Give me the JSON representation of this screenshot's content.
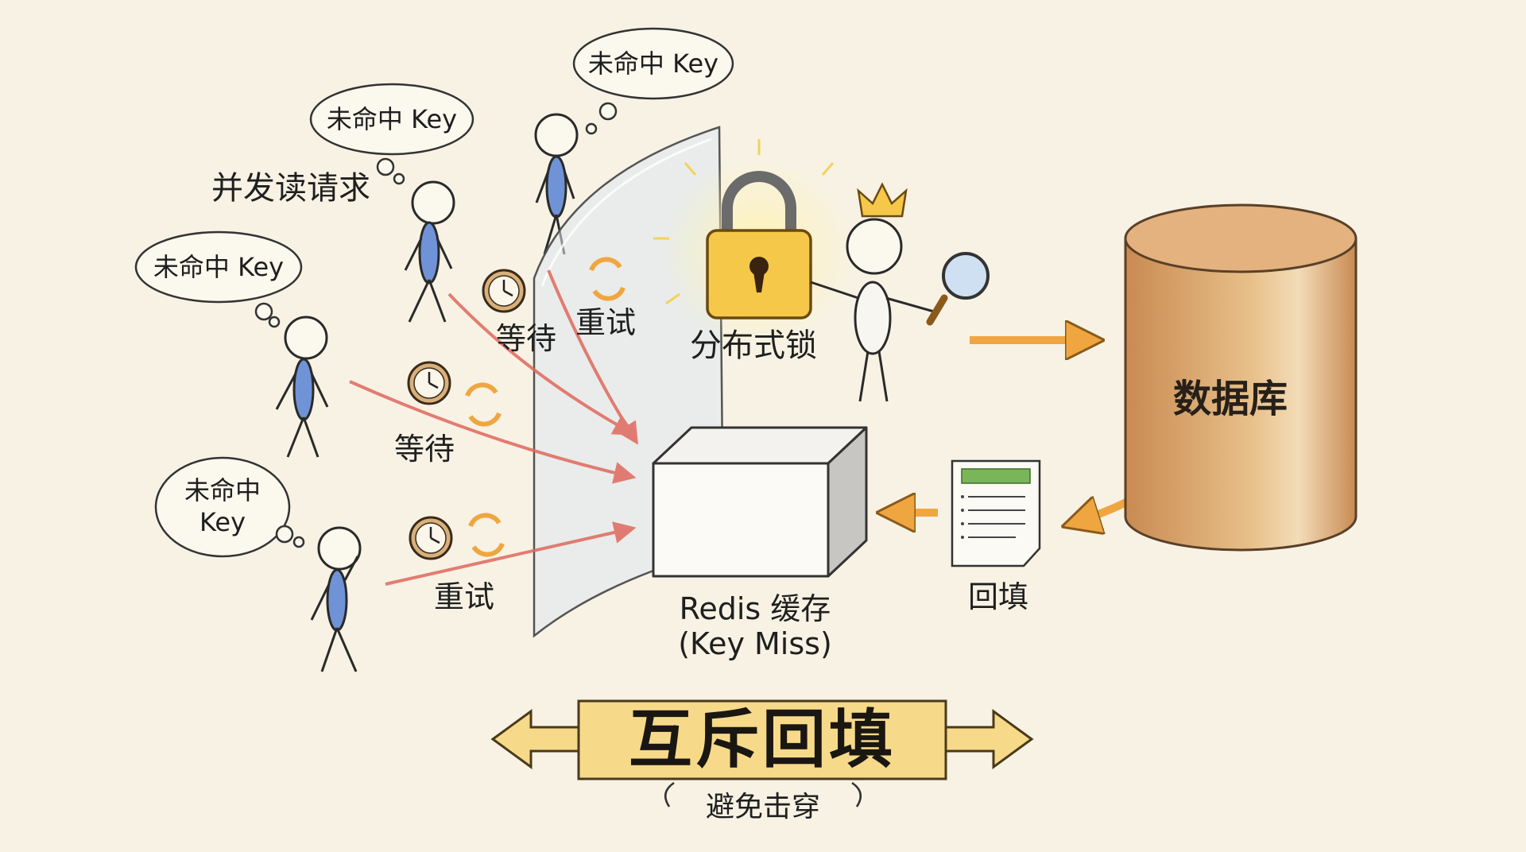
{
  "clouds": [
    {
      "id": "cloud-1",
      "text": "未命中 Key"
    },
    {
      "id": "cloud-2",
      "text": "未命中 Key"
    },
    {
      "id": "cloud-3",
      "text": "未命中 Key"
    },
    {
      "id": "cloud-4",
      "lines": [
        "未命中",
        "Key"
      ]
    }
  ],
  "labels": {
    "concurrent_reads": "并发读请求",
    "wait_1": "等待",
    "retry_1": "重试",
    "wait_2": "等待",
    "retry_2": "重试",
    "lock": "分布式锁",
    "database": "数据库",
    "backfill": "回填",
    "redis_line1": "Redis 缓存",
    "redis_line2": "(Key Miss)"
  },
  "banner": {
    "title": "互斥回填",
    "subtitle": "避免击穿"
  },
  "colors": {
    "background": "#f7f2e4",
    "request_arrow": "#e0685d",
    "flow_arrow": "#f0a640",
    "lock_gold": "#f5c84a",
    "banner_fill": "#f7d98a",
    "database_fill": "#d9a066",
    "stick_body_blue": "#6f93d6",
    "document_header_green": "#7bb55a"
  },
  "icons": [
    "thought-cloud-icon",
    "stick-figure-icon",
    "clock-icon",
    "retry-arrows-icon",
    "padlock-icon",
    "crown-icon",
    "magnifier-icon",
    "document-icon",
    "cylinder-database-icon"
  ]
}
